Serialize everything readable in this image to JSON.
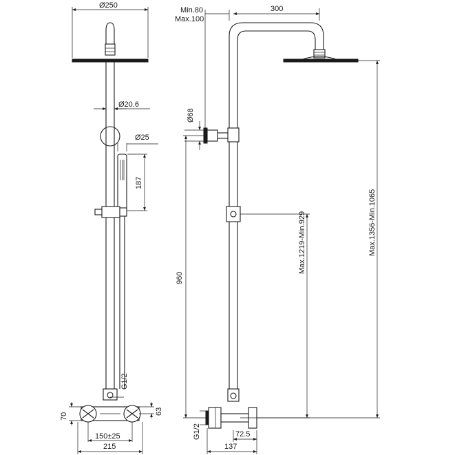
{
  "dimensions": {
    "head_diameter": "Ø250",
    "riser_diameter": "Ø20.6",
    "hand_shower_diameter": "Ø25",
    "hand_shower_length": "187",
    "inlet_thread_front": "G1/2",
    "body_height": "70",
    "inlet_offset": "63",
    "inlet_centres": "150±25",
    "overall_width": "215",
    "wall_distance_min": "Min.80",
    "wall_distance_max": "Max.100",
    "arm_reach": "300",
    "bracket_diameter": "Ø68",
    "bracket_height": "960",
    "riser_adjust": "Max.1219-Min.929",
    "overall_height": "Max.1356-Min.1065",
    "inlet_thread_side": "G1/2",
    "spout_depth": "72.5",
    "body_depth": "137"
  }
}
